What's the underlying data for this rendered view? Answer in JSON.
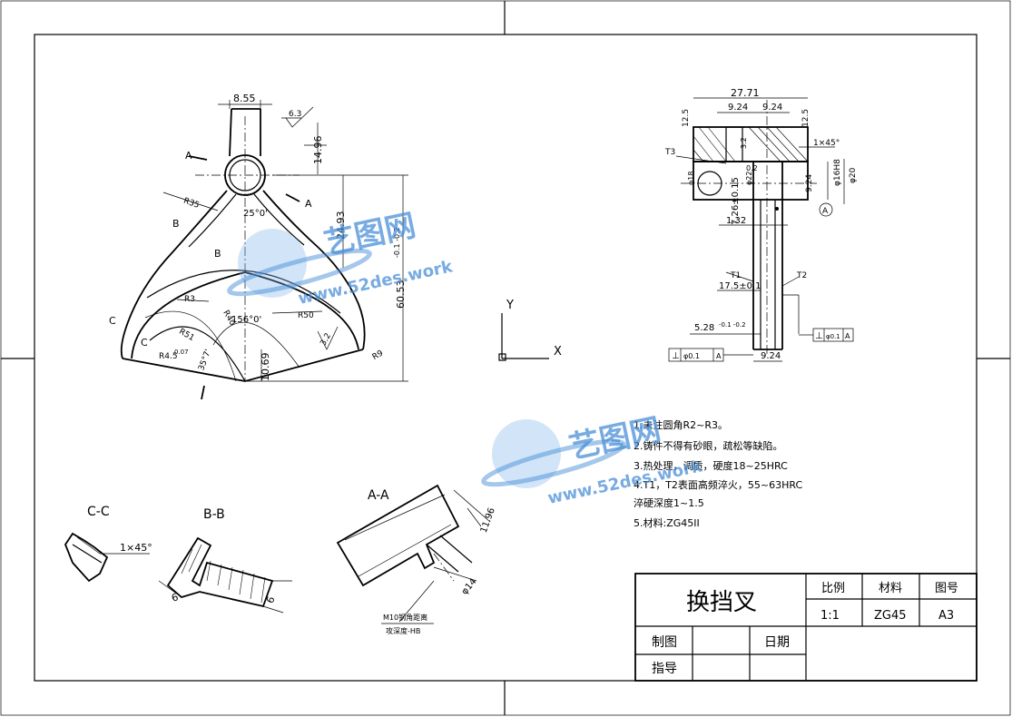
{
  "title_block": {
    "part_name": "换挡叉",
    "scale_label": "比例",
    "scale_value": "1:1",
    "material_label": "材料",
    "material_value": "ZG45",
    "drawing_no_label": "图号",
    "drawing_no_value": "A3",
    "drawn_label": "制图",
    "date_label": "日期",
    "supervisor_label": "指导"
  },
  "notes": [
    "1.未注圆角R2~R3。",
    "2.铸件不得有砂眼，疏松等缺陷。",
    "3.热处理，调质，硬度18~25HRC",
    "4.T1，T2表面高频淬火，55~63HRC",
    "淬硬深度1~1.5",
    "5.材料:ZG45II"
  ],
  "section_labels": {
    "aa": "A-A",
    "bb": "B-B",
    "cc": "C-C",
    "a_left": "A",
    "a_right": "A",
    "b_left": "B",
    "b_right": "B",
    "c_left": "C",
    "c_right": "C",
    "datum_a": "A",
    "t1": "T1",
    "t2": "T2",
    "t3": "T3"
  },
  "axes": {
    "y_label": "Y",
    "x_label": "X"
  },
  "front_view_dims": {
    "d855": "8.55",
    "d1496": "14.96",
    "d2493": "24.93",
    "d6053": "60.53",
    "d6053_tol": "-0.1 -0.2",
    "d1069": "10.69",
    "r35": "R35",
    "r3": "R3",
    "r40": "R40",
    "r50": "R50",
    "r51": "R51",
    "r9": "R9",
    "r45": "R4.5",
    "r45_tol": "0.07",
    "a25": "25°0'",
    "a156": "156°0'",
    "a357": "35°7'",
    "rough63": "6.3",
    "rough32": "3.2"
  },
  "side_view_dims": {
    "d2771": "27.71",
    "d924a": "9.24",
    "d924b": "9.24",
    "d924c": "9.24",
    "d924d": "9.24",
    "r125": "12.5",
    "r125b": "12.5",
    "chamfer": "1×45°",
    "phi16h8": "φ16H8",
    "phi20": "φ20",
    "phi22": "φ22",
    "phi18": "φ18",
    "d726": "7.26±0.15",
    "d132": "1.32",
    "d175": "17.5±0.1",
    "d528": "5.28",
    "d528_tol": "-0.1 -0.2",
    "perp1": "⊥",
    "perp1_val": "φ0.1",
    "perp1_ref": "A",
    "perp2": "⊥",
    "perp2_val": "φ0.1",
    "perp2_ref": "A",
    "r02": "0.2",
    "r32": "3.2"
  },
  "section_dims": {
    "cc_chamfer": "1×45°",
    "bb_6a": "6",
    "bb_6b": "6",
    "aa_1196": "11.96",
    "aa_phi14": "φ14",
    "aa_note1": "M10钢角距离",
    "aa_note2": "攻深度-HB"
  },
  "watermark": {
    "brand": "艺图网",
    "url": "www.52des.work"
  }
}
